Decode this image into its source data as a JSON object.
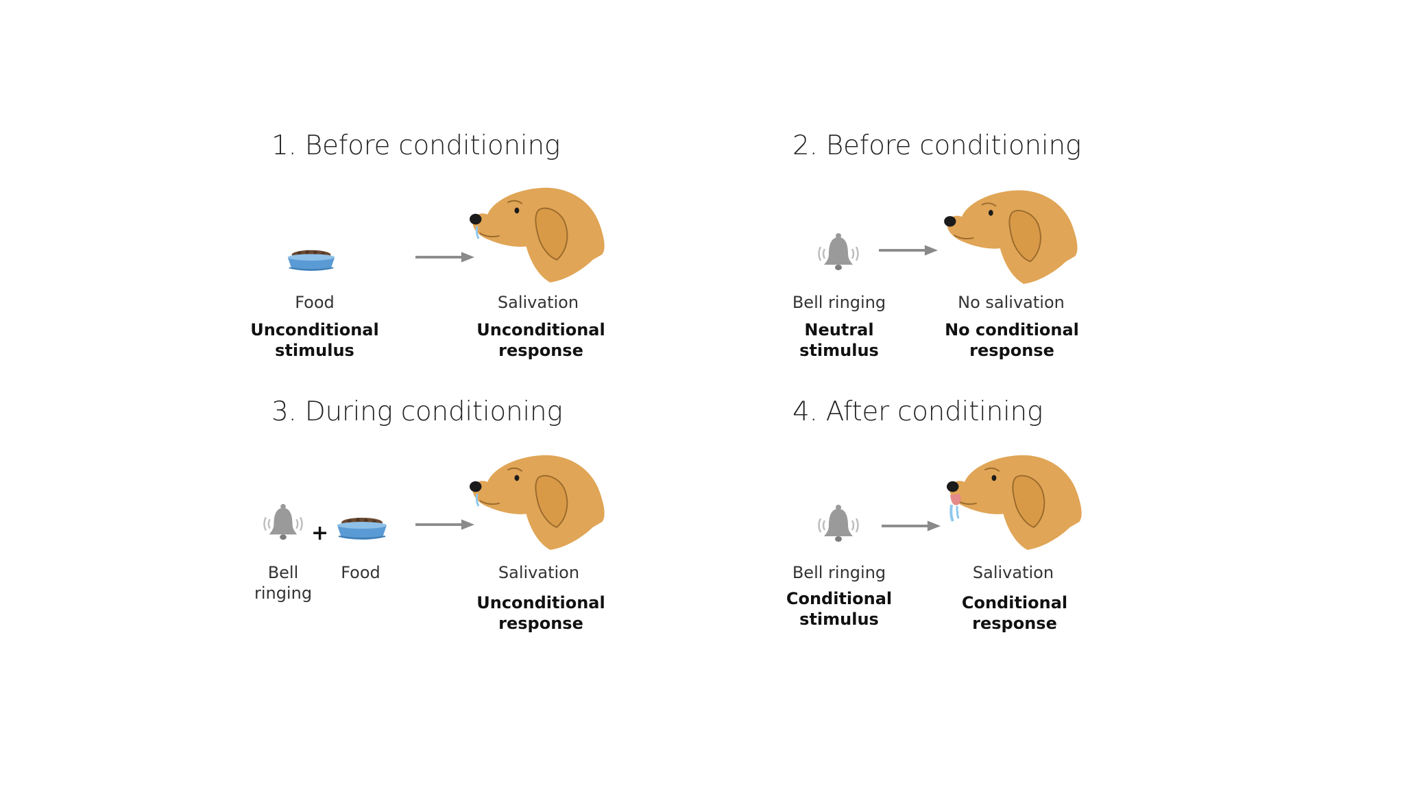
{
  "panels": [
    {
      "title": "1. Before conditioning",
      "left_items": [
        {
          "icon": "food-bowl-icon",
          "label": "Food"
        }
      ],
      "left_term": "Unconditional\nstimulus",
      "dog": "dog-drooling-icon",
      "right_label": "Salivation",
      "right_term": "Unconditional\nresponse"
    },
    {
      "title": "2. Before conditioning",
      "left_items": [
        {
          "icon": "bell-ringing-icon",
          "label": "Bell ringing"
        }
      ],
      "left_term": "Neutral\nstimulus",
      "dog": "dog-icon",
      "right_label": "No salivation",
      "right_term": "No conditional\nresponse"
    },
    {
      "title": "3. During conditioning",
      "left_items": [
        {
          "icon": "bell-ringing-icon",
          "label": "Bell\nringing"
        },
        {
          "icon": "food-bowl-icon",
          "label": "Food"
        }
      ],
      "plus": "+",
      "dog": "dog-drooling-icon",
      "right_label": "Salivation",
      "right_term": "Unconditional\nresponse"
    },
    {
      "title": "4. After conditining",
      "left_items": [
        {
          "icon": "bell-ringing-icon",
          "label": "Bell ringing"
        }
      ],
      "left_term": "Conditional\nstimulus",
      "dog": "dog-heavy-drool-icon",
      "right_label": "Salivation",
      "right_term": "Conditional\nresponse"
    }
  ],
  "colors": {
    "dog_fur": "#E0A556",
    "dog_ear": "#D99A48",
    "outline": "#9A6A2C",
    "nose": "#1b1b1b",
    "bowl_blue": "#5B9BD5",
    "bowl_rim": "#8FC1E8",
    "kibble": "#6B4A33",
    "bell": "#9a9a9a",
    "arrow": "#8a8a8a",
    "drool": "#8DC8EE",
    "tongue": "#E58A8A"
  }
}
